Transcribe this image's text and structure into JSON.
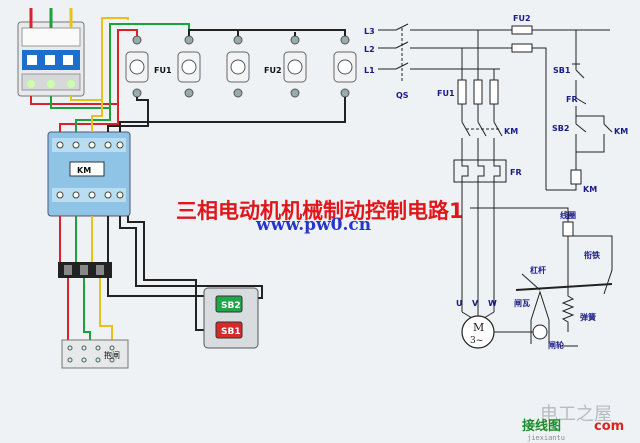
{
  "title": "三相电动机机械制动控制电路1",
  "url": "www.pw0.cn",
  "wiring": {
    "fu1": "FU1",
    "fu2": "FU2",
    "km": "KM",
    "sb2": "SB2",
    "sb1": "SB1",
    "motor_label": "抱闸"
  },
  "schematic": {
    "l1": "L1",
    "l2": "L2",
    "l3": "L3",
    "qs": "QS",
    "fu1": "FU1",
    "fu2": "FU2",
    "km_main": "KM",
    "fr": "FR",
    "sb1": "SB1",
    "sb2": "SB2",
    "fr_ctrl": "FR",
    "km_aux": "KM",
    "km_coil": "KM",
    "u": "U",
    "v": "V",
    "w": "W",
    "motor": "M",
    "motor_phase": "3~",
    "coil": "线圈",
    "armature": "衔铁",
    "lever": "杠杆",
    "brake_shoe": "闸瓦",
    "spring": "弹簧",
    "brake_wheel": "闸轮"
  },
  "watermark": {
    "main": "电工之屋",
    "brand_a": "接线图",
    "brand_b": "com",
    "sub": "jiexiantu"
  }
}
